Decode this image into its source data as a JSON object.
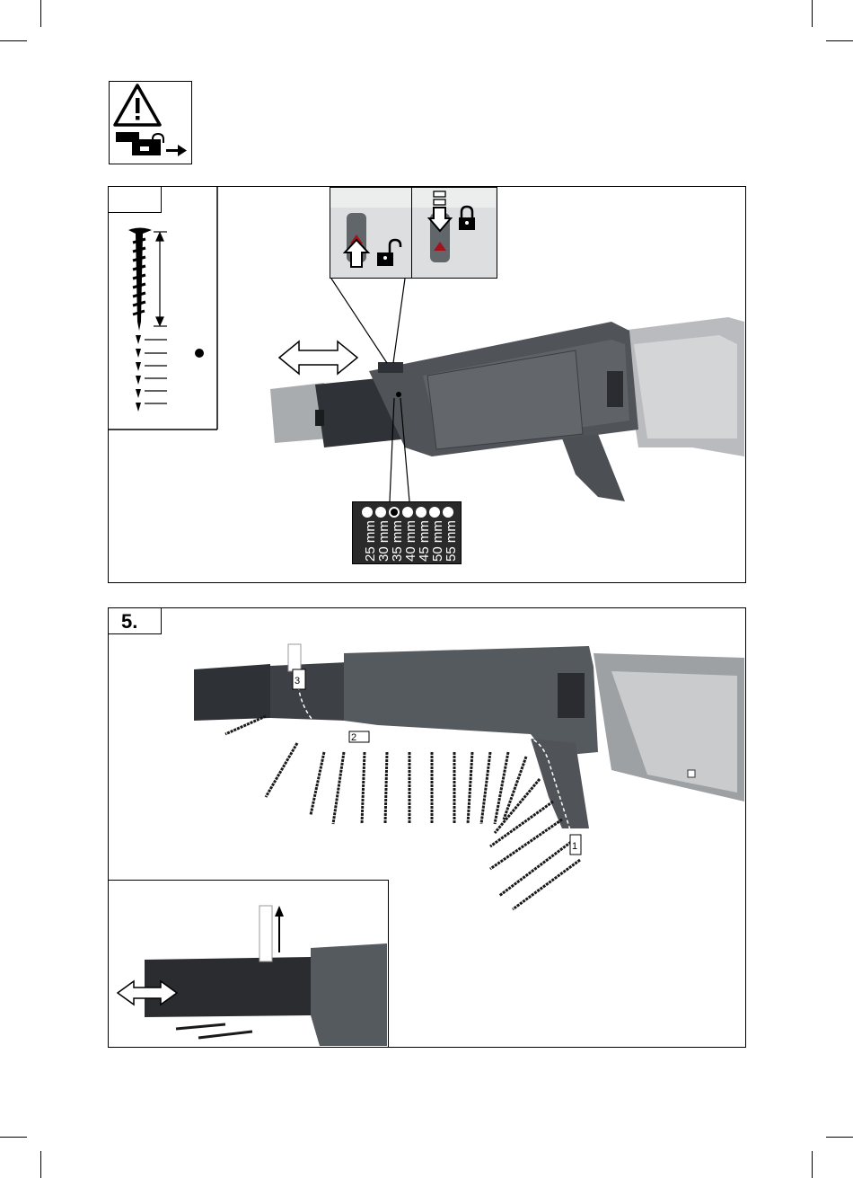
{
  "warning_box": {
    "icons": [
      "warning-triangle-icon",
      "battery-remove-icon",
      "arrow-right-icon"
    ]
  },
  "panel_4": {
    "lock_insets": [
      {
        "state": "unlocked",
        "icon": "unlock-icon",
        "arrow": "arrow-up-icon"
      },
      {
        "state": "locked",
        "icon": "lock-icon",
        "arrow": "arrow-down-icon"
      }
    ],
    "depth_scale": {
      "options": [
        "25 mm",
        "30 mm",
        "35 mm",
        "40 mm",
        "45 mm",
        "50 mm",
        "55 mm"
      ],
      "selected_index": 2
    },
    "screw_length_marker_count": 6
  },
  "panel_5": {
    "step_label": "5.",
    "path_markers": [
      "1",
      "2",
      "3"
    ]
  },
  "colors": {
    "tool_body": "#555a5f",
    "tool_dark": "#2e3135",
    "tool_light": "#c6c8ca",
    "accent_red": "#a3121c",
    "scale_bg": "#2a2a2a"
  }
}
